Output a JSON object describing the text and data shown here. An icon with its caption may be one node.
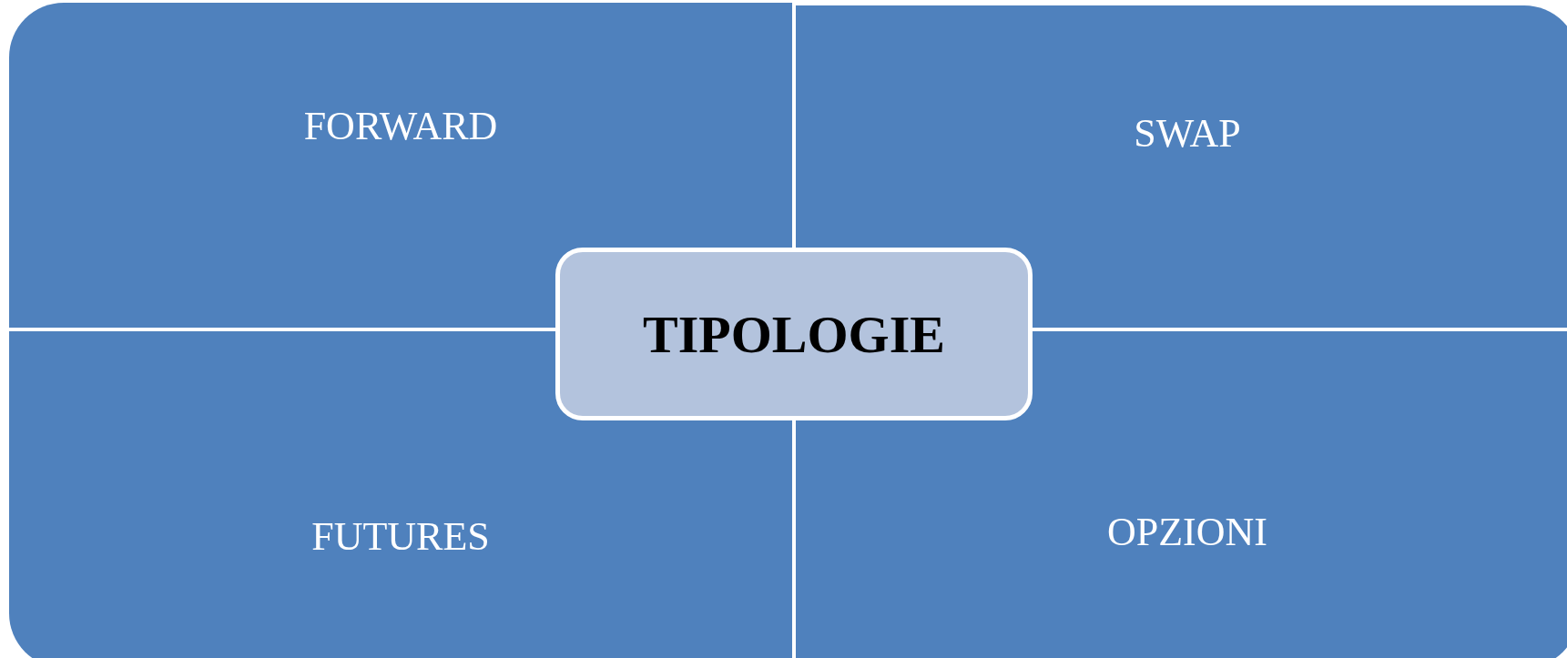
{
  "diagram": {
    "nodes": [
      {
        "text": [
          "FORWARD"
        ]
      },
      {
        "text": [
          "SWAP"
        ]
      },
      {
        "text": [
          "TIPOLOGIE"
        ]
      },
      {
        "text": [
          "FUTURES"
        ]
      },
      {
        "text": [
          "OPZIONI"
        ]
      }
    ]
  }
}
